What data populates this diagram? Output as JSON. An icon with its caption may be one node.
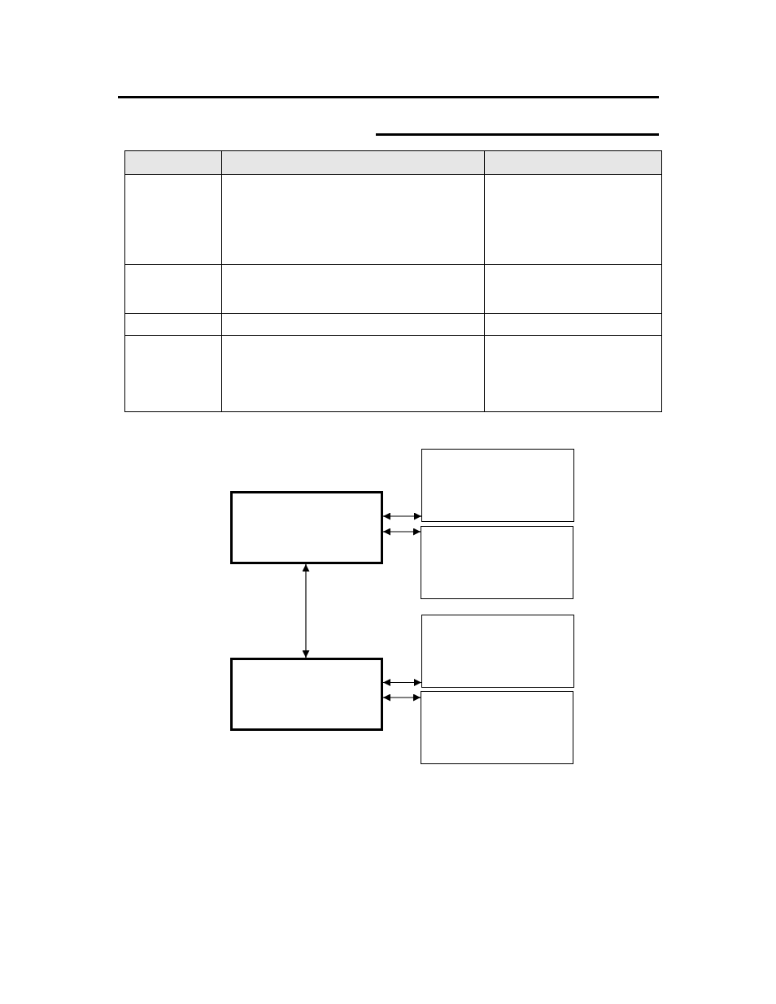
{
  "diagram": {
    "nodes": [
      {
        "text": [],
        "shape": "box"
      },
      {
        "text": [],
        "shape": "box"
      },
      {
        "text": [],
        "shape": "box"
      },
      {
        "text": [],
        "shape": "box"
      },
      {
        "text": [],
        "shape": "box"
      },
      {
        "text": [],
        "shape": "box"
      }
    ],
    "edges": [
      {
        "from": 0,
        "to": 2,
        "arrow": "both"
      },
      {
        "from": 0,
        "to": 3,
        "arrow": "both"
      },
      {
        "from": 0,
        "to": 1,
        "arrow": "both"
      },
      {
        "from": 1,
        "to": 4,
        "arrow": "both"
      },
      {
        "from": 1,
        "to": 5,
        "arrow": "both"
      }
    ]
  }
}
